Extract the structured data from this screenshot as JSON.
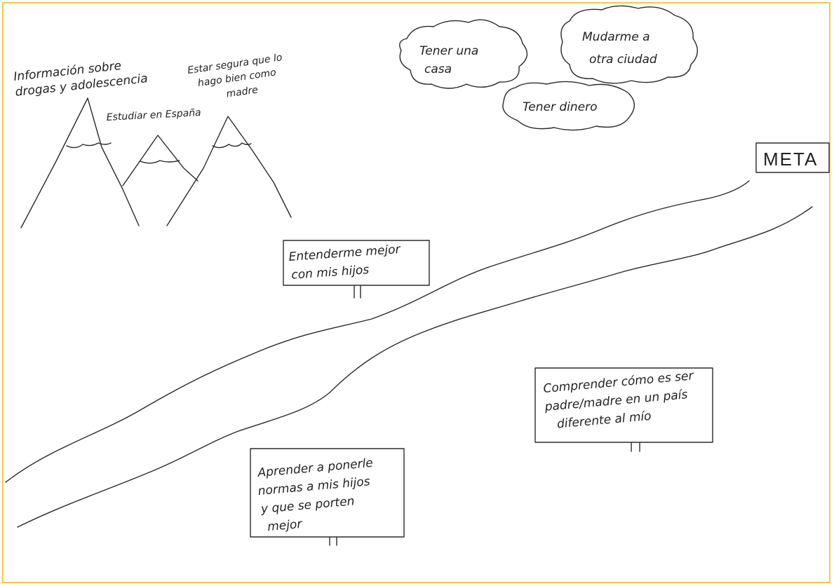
{
  "mountains": {
    "label_1": [
      "Información sobre",
      "drogas y adolescencia"
    ],
    "label_2": "Estudiar en España",
    "label_3": [
      "Estar segura que lo",
      "hago bien como",
      "madre"
    ]
  },
  "clouds": {
    "cloud_1": [
      "Tener una",
      "casa"
    ],
    "cloud_2": [
      "Mudarme a",
      "otra ciudad"
    ],
    "cloud_3": "Tener dinero"
  },
  "goal": {
    "label": "META"
  },
  "signs": {
    "sign_1": [
      "Entenderme mejor",
      "con mis hijos"
    ],
    "sign_2": [
      "Comprender cómo es ser",
      "padre/madre en un país",
      "diferente al mío"
    ],
    "sign_3": [
      "Aprender a ponerle",
      "normas a mis hijos",
      "y que se porten",
      "mejor"
    ]
  }
}
